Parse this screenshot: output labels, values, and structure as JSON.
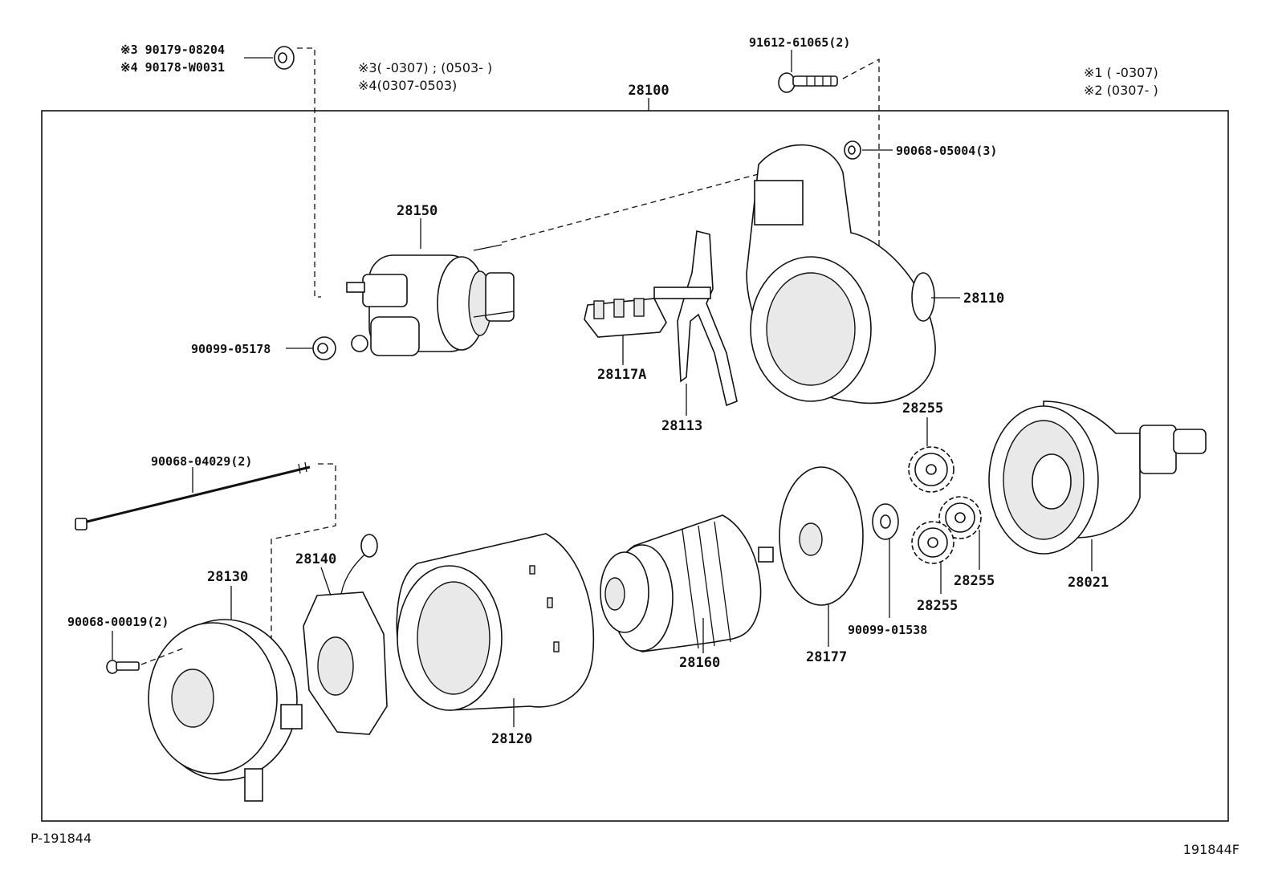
{
  "diagram": {
    "assembly_number": "28100",
    "footer_left": "P-191844",
    "footer_right": "191844F",
    "notes_center": {
      "line1": "※3(      -0307) ; (0503-      )",
      "line2": "※4(0307-0503)"
    },
    "notes_right": {
      "line1": "※1 (       -0307)",
      "line2": "※2 (0307-       )"
    },
    "callouts": {
      "c_90179": "※3 90179-08204",
      "c_90178": "※4 90178-W0031",
      "c_91612": "91612-61065(2)",
      "c_90068_05004": "90068-05004(3)",
      "c_28150": "28150",
      "c_28110": "28110",
      "c_90099_05178": "90099-05178",
      "c_28117A": "28117A",
      "c_28113": "28113",
      "c_28255_a": "28255",
      "c_28255_b": "28255",
      "c_28255_c": "28255",
      "c_90068_04029": "90068-04029(2)",
      "c_28140": "28140",
      "c_28130": "28130",
      "c_90068_00019": "90068-00019(2)",
      "c_28120": "28120",
      "c_28160": "28160",
      "c_28177": "28177",
      "c_90099_01538": "90099-01538",
      "c_28021": "28021"
    }
  }
}
